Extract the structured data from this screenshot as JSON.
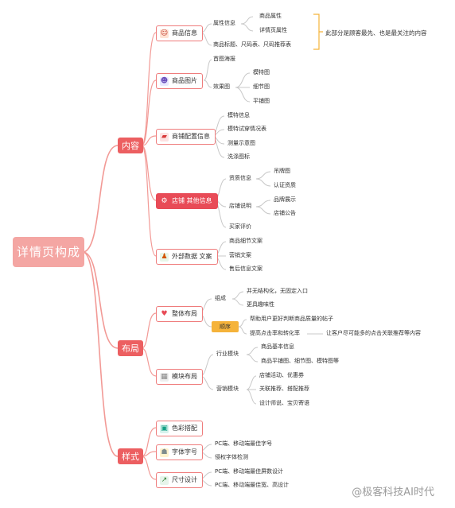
{
  "root": "详情页构成",
  "categories": {
    "content": "内容",
    "layout": "布局",
    "style": "样式"
  },
  "content": {
    "product_info": {
      "label": "商品信息",
      "attr": "属性信息",
      "attr_children": [
        "商品属性",
        "详情页属性"
      ],
      "title_row": "商品标题、尺码表、尺码推荐表",
      "note": "此部分是顾客最先、也是最关注的内容"
    },
    "product_images": {
      "label": "商品图片",
      "main": "首图海报",
      "effect": "效果图",
      "effect_children": [
        "模特图",
        "细节图",
        "平铺图"
      ]
    },
    "store_config": {
      "label": "商铺配置信息",
      "items": [
        "模特信息",
        "模特试穿情况表",
        "测量示意图",
        "洗涤图标"
      ]
    },
    "store_other": {
      "label": "店铺 其他信息",
      "qualification": "资质信息",
      "qualification_children": [
        "吊牌图",
        "认证资质"
      ],
      "store_desc": "店铺说明",
      "store_desc_children": [
        "品牌展示",
        "店铺公告"
      ],
      "reviews": "买家评价"
    },
    "external": {
      "label": "外部数据  文案",
      "items": [
        "商品细节文案",
        "营销文案",
        "售后信息文案"
      ]
    }
  },
  "layout": {
    "overall": {
      "label": "整体布局",
      "compose": "组成",
      "compose_children": [
        "并无结构化，无固定入口",
        "更具趣味性"
      ],
      "tag": "顺序",
      "order_children": [
        "帮助用户更好判断商品质量的帖子",
        "提高点击率和转化率"
      ],
      "order_note": "让客户尽可能多的点击关联推荐等内容"
    },
    "module": {
      "label": "模块布局",
      "industry": "行业模块",
      "industry_children": [
        "商品基本信息",
        "商品平铺图、细节图、模特图等"
      ],
      "marketing": "营销模块",
      "marketing_children": [
        "店铺活动、优惠券",
        "关联推荐、搭配推荐",
        "设计师说、宝贝寄语"
      ]
    }
  },
  "style": {
    "color": {
      "label": "色彩搭配"
    },
    "font": {
      "label": "字体字号",
      "items": [
        "PC端、移动端最佳字号",
        "侵权字体检测"
      ]
    },
    "size": {
      "label": "尺寸设计",
      "items": [
        "PC端、移动端最佳屏数设计",
        "PC端、移动端最佳宽、高设计"
      ]
    }
  },
  "watermark": "@极客科技AI时代",
  "colors": {
    "root": "#f4a6a3",
    "category": "#ec5f61",
    "branch": "#f29a96",
    "leaf_line": "#c8c8c8",
    "tag": "#f5b33a",
    "bracket": "#f5b33a"
  }
}
